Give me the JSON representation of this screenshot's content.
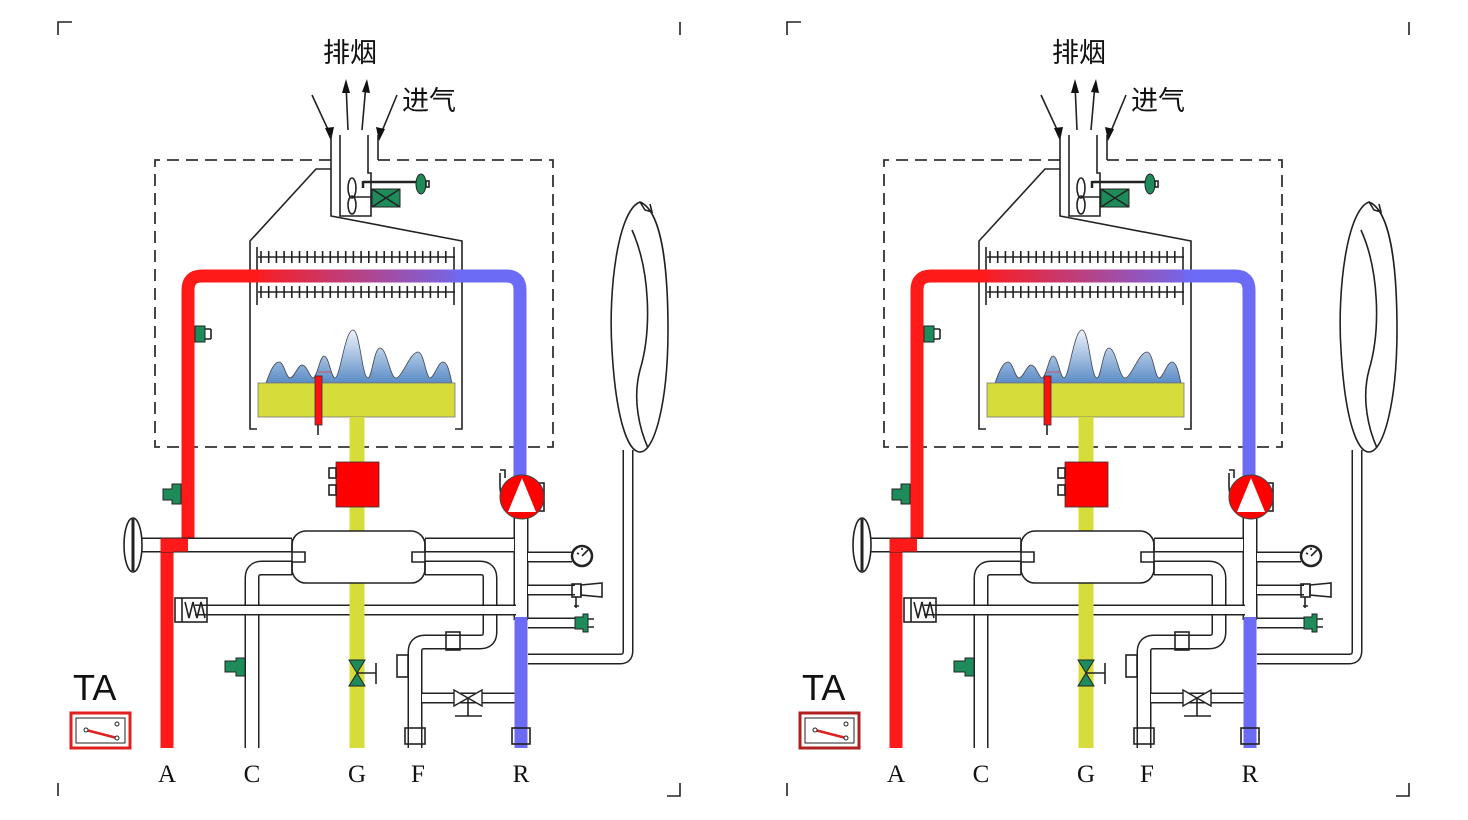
{
  "panels": [
    {
      "exhaust_label": "排烟",
      "intake_label": "进气",
      "thermostat_label": "TA",
      "thermostat_border_color": "#e02020",
      "connections": [
        "A",
        "C",
        "G",
        "F",
        "R"
      ]
    },
    {
      "exhaust_label": "排烟",
      "intake_label": "进气",
      "thermostat_label": "TA",
      "thermostat_border_color": "#b02020",
      "connections": [
        "A",
        "C",
        "G",
        "F",
        "R"
      ]
    }
  ],
  "colors": {
    "flow_hot": "#ff1a1a",
    "return_cold": "#6b6bf5",
    "gas": "#d6dc3a",
    "sensor": "#1e8c5a",
    "component_red": "#ff0000"
  }
}
